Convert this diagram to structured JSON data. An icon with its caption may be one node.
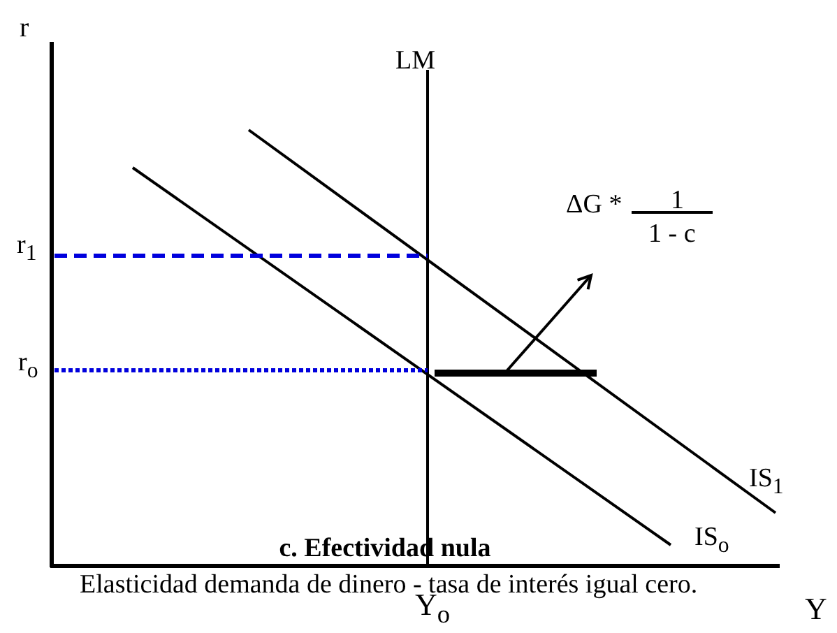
{
  "diagram": {
    "title": "c. Efectividad nula",
    "caption": "Elasticidad demanda de dinero - tasa de interés igual cero.",
    "labels": [
      "r",
      "LM",
      "ΔG *",
      "1",
      "1 - c",
      "r$_{1}$",
      "r$_{o}$",
      "IS$_{1}$",
      "IS$_{o}$",
      "Y$_{o}$",
      "Y"
    ]
  }
}
